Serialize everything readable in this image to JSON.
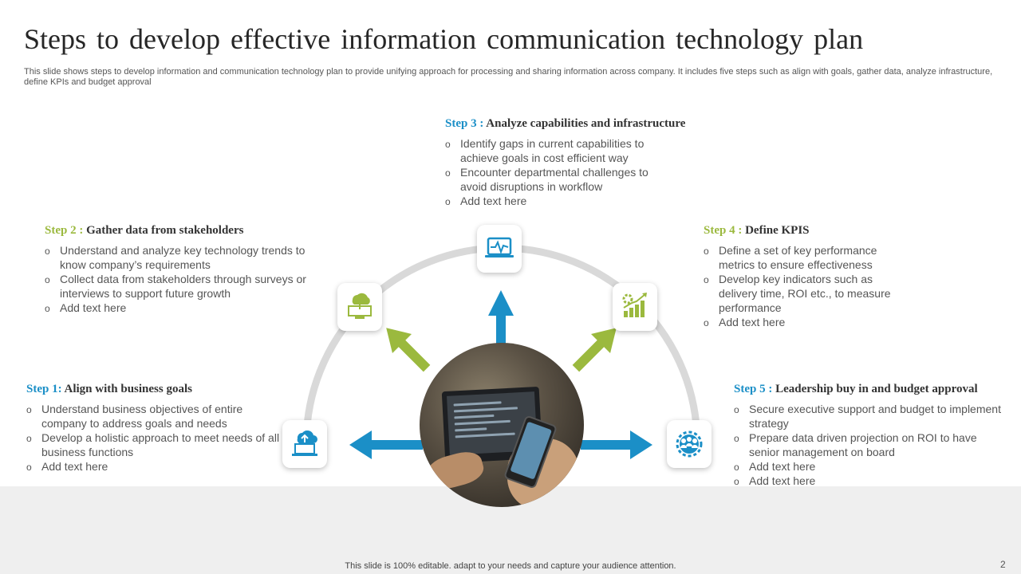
{
  "title": "Steps to develop effective information communication technology plan",
  "subtitle": "This slide shows steps to develop information and communication technology plan to provide unifying approach for processing and sharing information across company. It includes five steps such as align with goals, gather data, analyze infrastructure, define KPIs and budget approval",
  "footer": "This slide is 100% editable. adapt to your needs and capture your audience attention.",
  "page_number": "2",
  "colors": {
    "blue": "#1b8fc7",
    "green": "#9bb93e",
    "arc": "#d9d9d9"
  },
  "steps": [
    {
      "label": "Step 1:",
      "heading": " Align with business goals",
      "icon": "cloud-laptop-icon",
      "bullets": [
        "Understand business objectives of entire company to address goals and needs",
        "Develop a holistic approach to meet needs of all business functions",
        "Add text here"
      ]
    },
    {
      "label": "Step 2 :",
      "heading": " Gather data from stakeholders",
      "icon": "cloud-computer-icon",
      "bullets": [
        "Understand and analyze key technology trends to know company’s requirements",
        "Collect data from stakeholders through surveys or interviews to support future growth",
        "Add text here"
      ]
    },
    {
      "label": "Step 3 :",
      "heading": " Analyze capabilities and infrastructure",
      "icon": "laptop-pulse-icon",
      "bullets": [
        "Identify gaps in current capabilities to achieve goals in cost efficient way",
        "Encounter departmental challenges to avoid disruptions in workflow",
        "Add text here"
      ]
    },
    {
      "label": "Step 4 :",
      "heading": " Define KPIS",
      "icon": "growth-chart-gear-icon",
      "bullets": [
        "Define a set of key performance metrics to ensure effectiveness",
        "Develop key indicators such as delivery time, ROI etc., to measure performance",
        "Add text here"
      ]
    },
    {
      "label": "Step 5 :",
      "heading": " Leadership buy in and budget approval",
      "icon": "team-gear-icon",
      "bullets": [
        "Secure executive support and budget to implement strategy",
        "Prepare data driven projection on ROI to have senior management on board",
        "Add text here",
        "Add text here"
      ]
    }
  ]
}
